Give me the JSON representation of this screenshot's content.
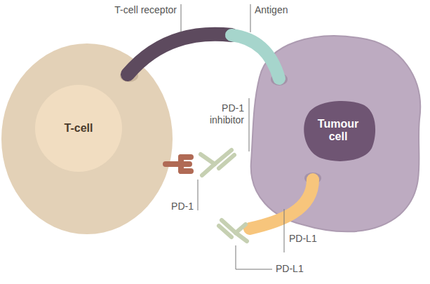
{
  "diagram": {
    "nodes": [
      {
        "text": [
          "T-cell"
        ]
      },
      {
        "text": [
          "Tumour cell"
        ]
      }
    ],
    "labels": [
      "T-cell receptor",
      "Antigen",
      "PD-1 inhibitor",
      "PD-1",
      "PD-L1",
      "PD-L1"
    ]
  }
}
